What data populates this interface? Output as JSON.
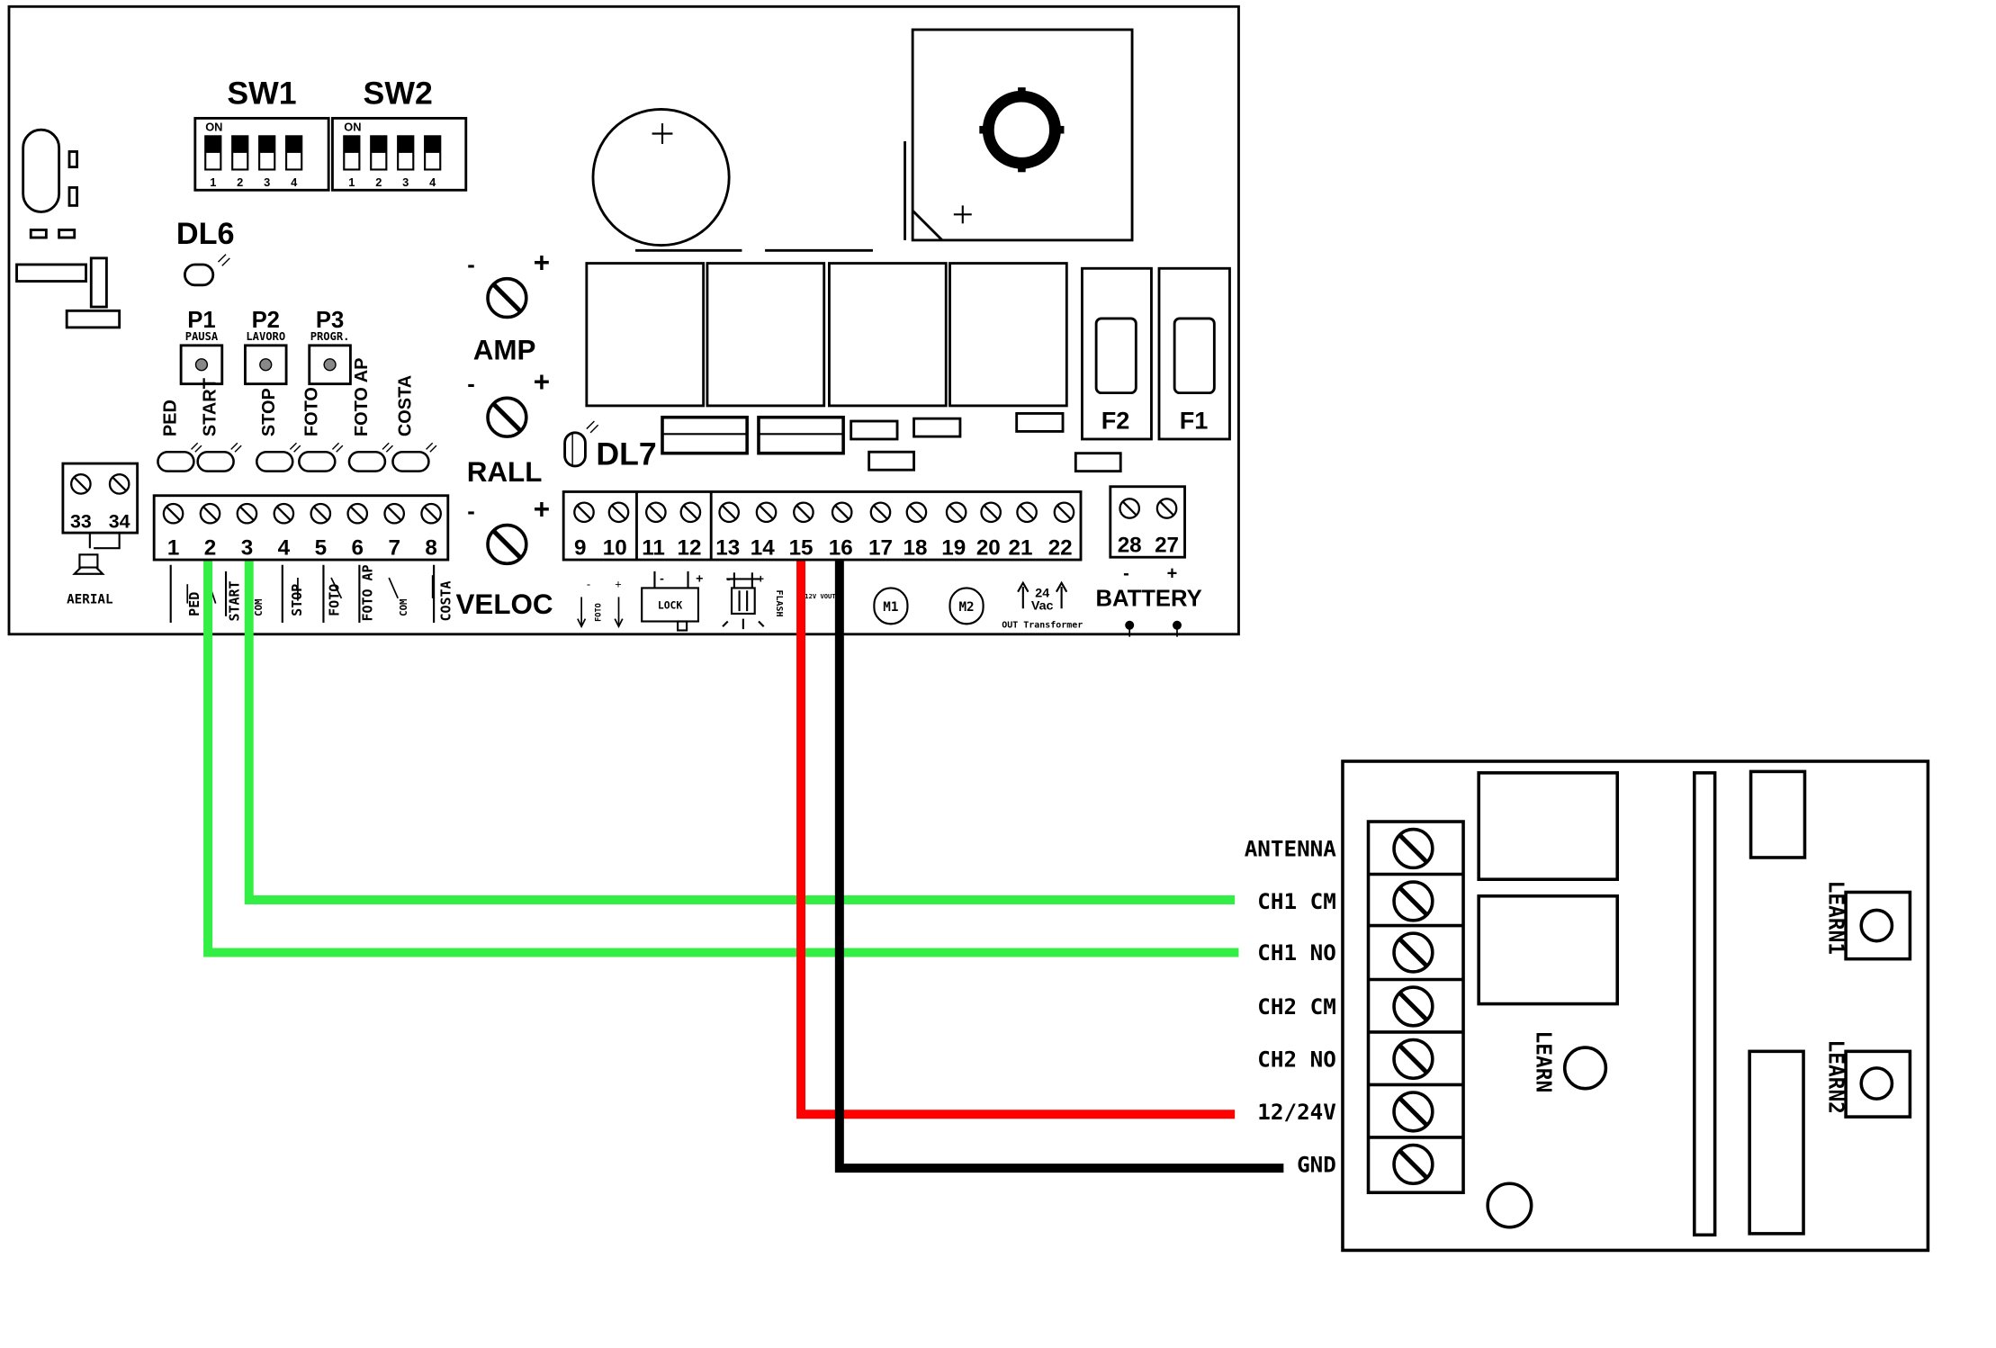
{
  "board": {
    "dip_switches": [
      {
        "name": "SW1",
        "on": "ON",
        "nums": [
          "1",
          "2",
          "3",
          "4"
        ]
      },
      {
        "name": "SW2",
        "on": "ON",
        "nums": [
          "1",
          "2",
          "3",
          "4"
        ]
      }
    ],
    "leds": {
      "dl6": "DL6",
      "dl7": "DL7"
    },
    "buttons": [
      {
        "name": "P1",
        "caption": "PAUSA"
      },
      {
        "name": "P2",
        "caption": "LAVORO"
      },
      {
        "name": "P3",
        "caption": "PROGR."
      }
    ],
    "led_labels": [
      "PED",
      "START",
      "STOP",
      "FOTO",
      "FOTO AP",
      "COSTA"
    ],
    "trimmers": [
      "AMP",
      "RALL",
      "VELOC"
    ],
    "fuses": [
      "F2",
      "F1"
    ],
    "antenna_terminals": [
      "33",
      "34"
    ],
    "antenna_caption": "AERIAL",
    "terminals_left": [
      "1",
      "2",
      "3",
      "4",
      "5",
      "6",
      "7",
      "8"
    ],
    "terminals_right": [
      "9",
      "10",
      "11",
      "12",
      "13",
      "14",
      "15",
      "16",
      "17",
      "18",
      "19",
      "20",
      "21",
      "22"
    ],
    "battery_terminals": [
      "28",
      "27"
    ],
    "battery_caption": "BATTERY",
    "battery_polarity": [
      "-",
      "+"
    ],
    "under_left": [
      "PED",
      "START",
      "COM",
      "STOP",
      "FOTO",
      "FOTO AP",
      "COM",
      "COSTA"
    ],
    "under_right": {
      "foto": "FOTO",
      "lock": "LOCK",
      "flash": "FLASH",
      "v_out": "12V VOUT",
      "m1": "M1",
      "m2": "M2",
      "transformer_value": "24",
      "transformer_unit": "Vac",
      "transformer_caption": "OUT Transformer"
    }
  },
  "receiver": {
    "terminals": [
      "ANTENNA",
      "CH1 CM",
      "CH1 NO",
      "CH2 CM",
      "CH2 NO",
      "12/24V",
      "GND"
    ],
    "learn": "LEARN",
    "learn1": "LEARN1",
    "learn2": "LEARN2"
  },
  "wires": [
    {
      "from": "2",
      "to": "CH1 NO",
      "color": "#33ee44"
    },
    {
      "from": "3",
      "to": "CH1 CM",
      "color": "#33ee44"
    },
    {
      "from": "15",
      "to": "12/24V",
      "color": "#ff0000"
    },
    {
      "from": "16",
      "to": "GND",
      "color": "#000000"
    }
  ]
}
